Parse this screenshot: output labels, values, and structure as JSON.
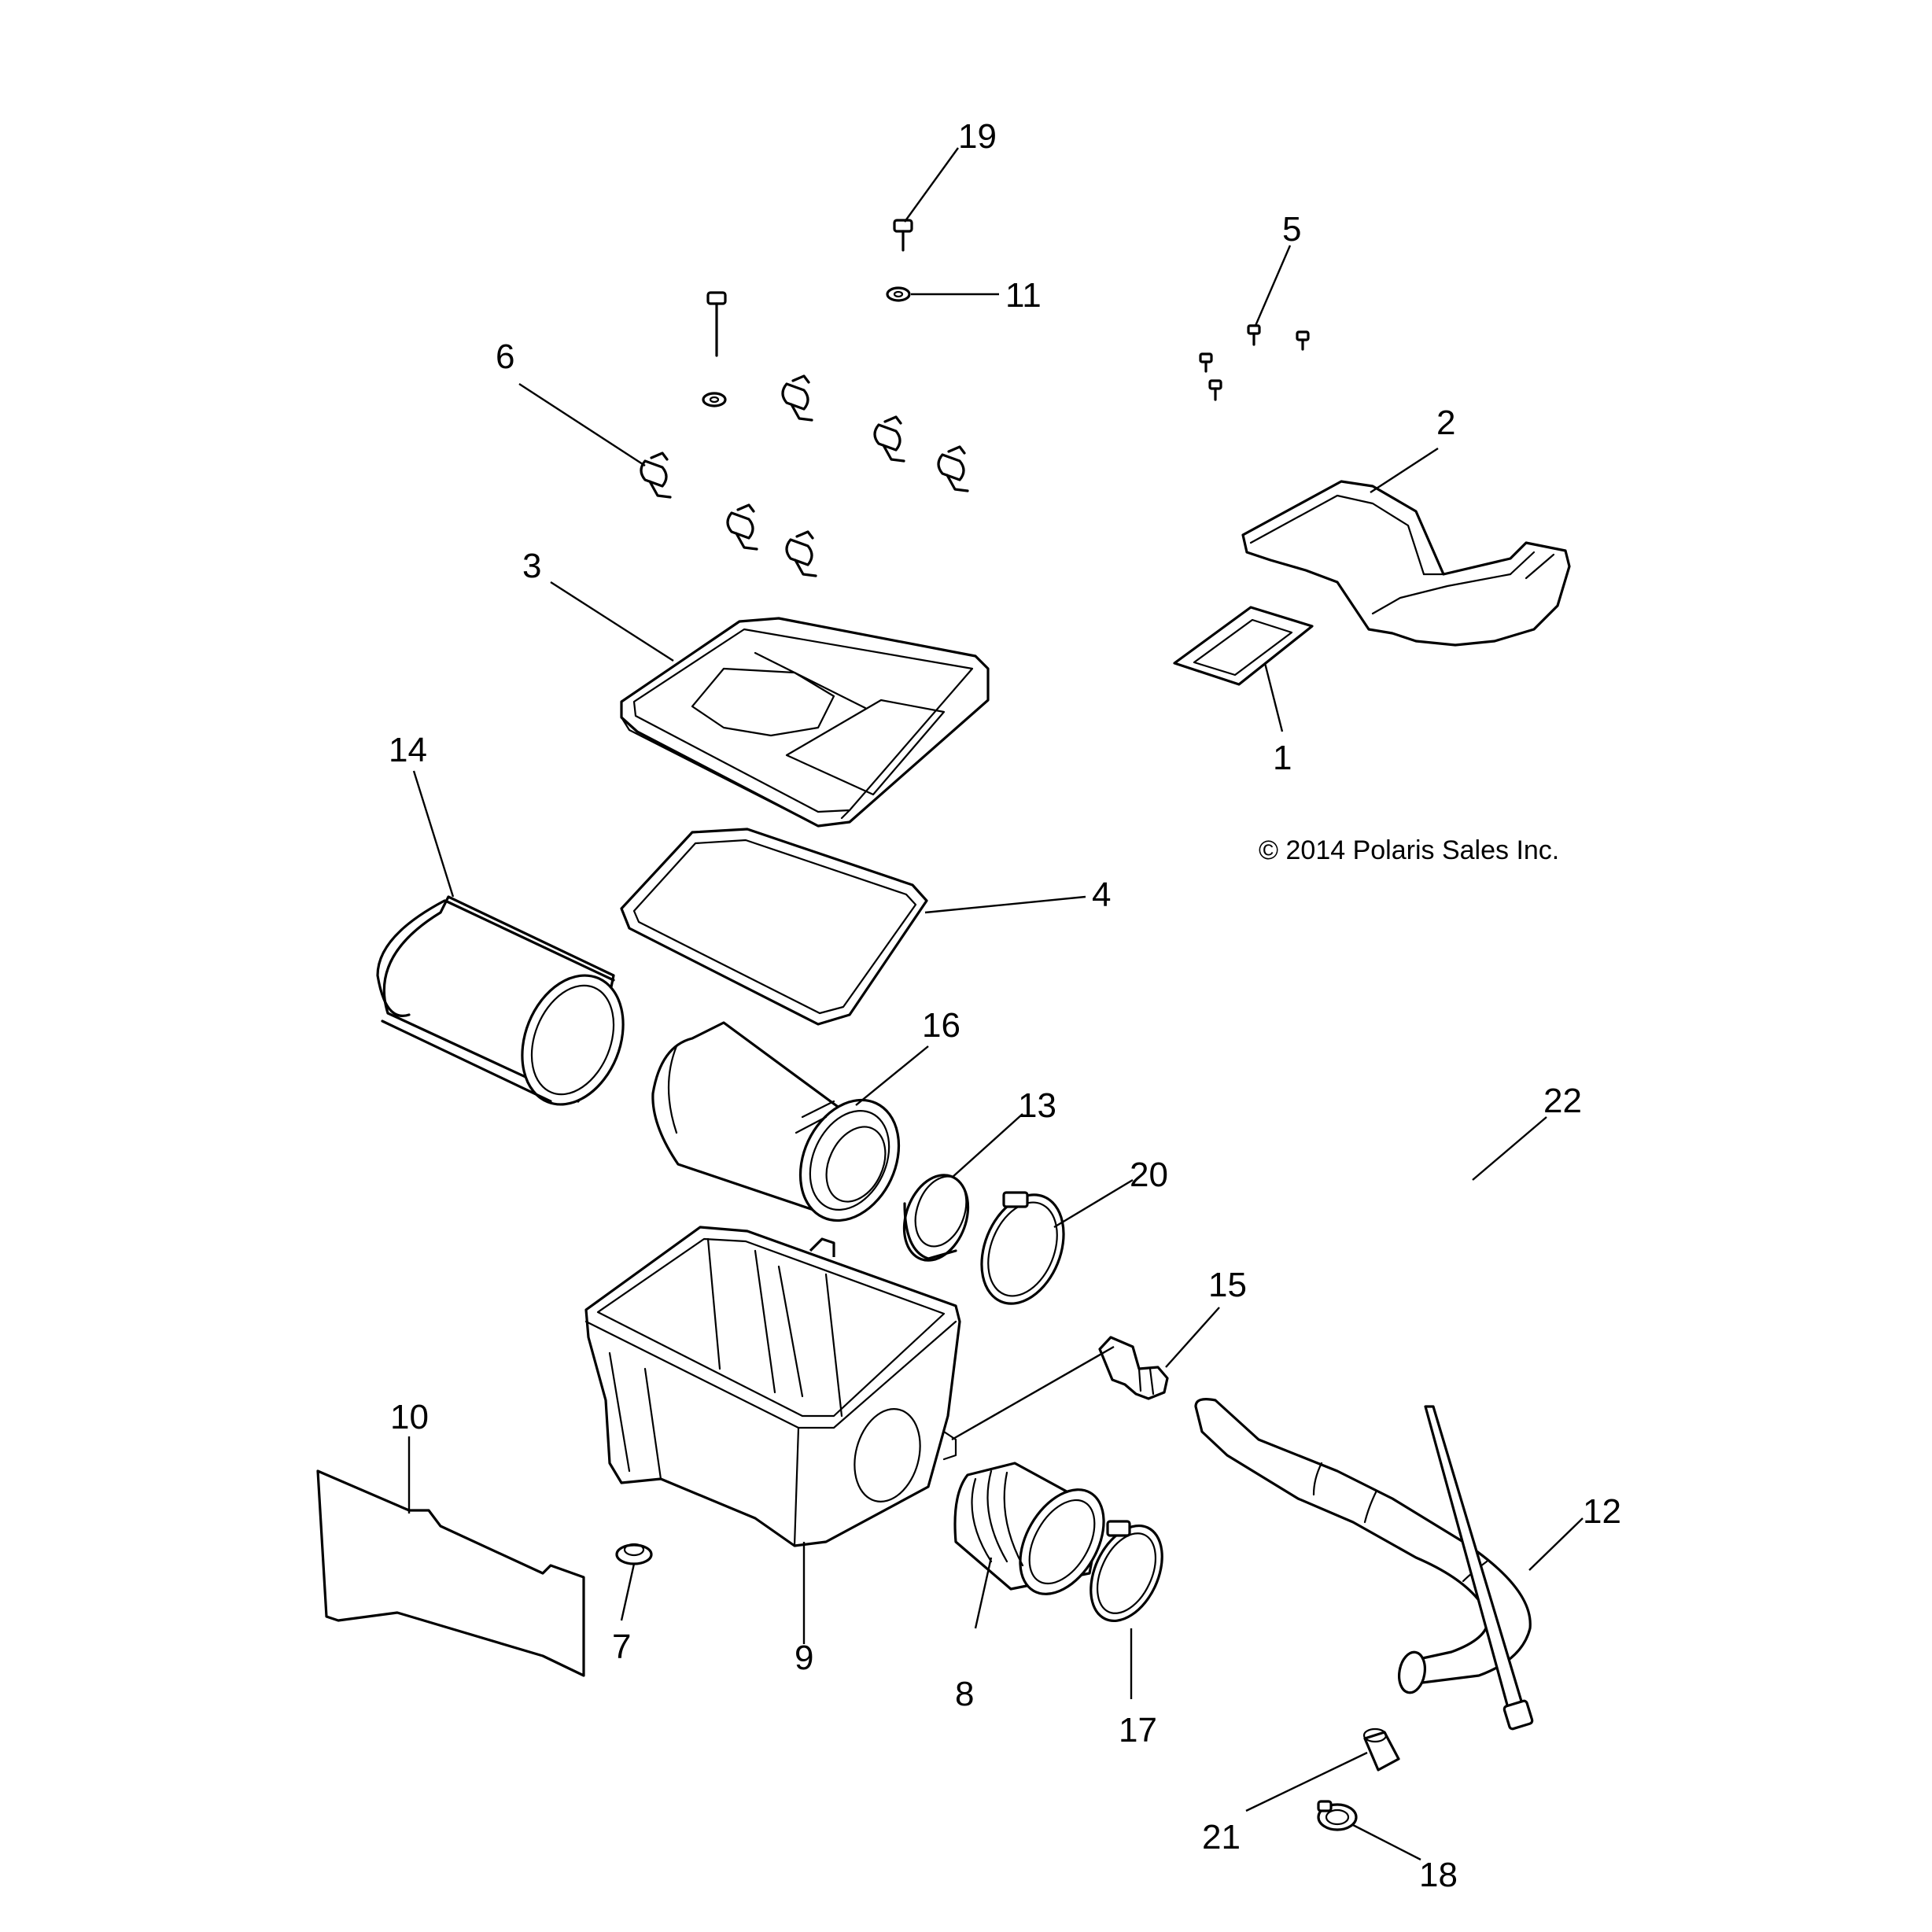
{
  "copyright": "© 2014 Polaris Sales Inc.",
  "callouts": {
    "c1": "1",
    "c2": "2",
    "c3": "3",
    "c4": "4",
    "c5": "5",
    "c6": "6",
    "c7": "7",
    "c8": "8",
    "c9": "9",
    "c10": "10",
    "c11": "11",
    "c12": "12",
    "c13": "13",
    "c14": "14",
    "c15": "15",
    "c16": "16",
    "c17": "17",
    "c18": "18",
    "c19": "19",
    "c20": "20",
    "c21": "21",
    "c22": "22"
  }
}
